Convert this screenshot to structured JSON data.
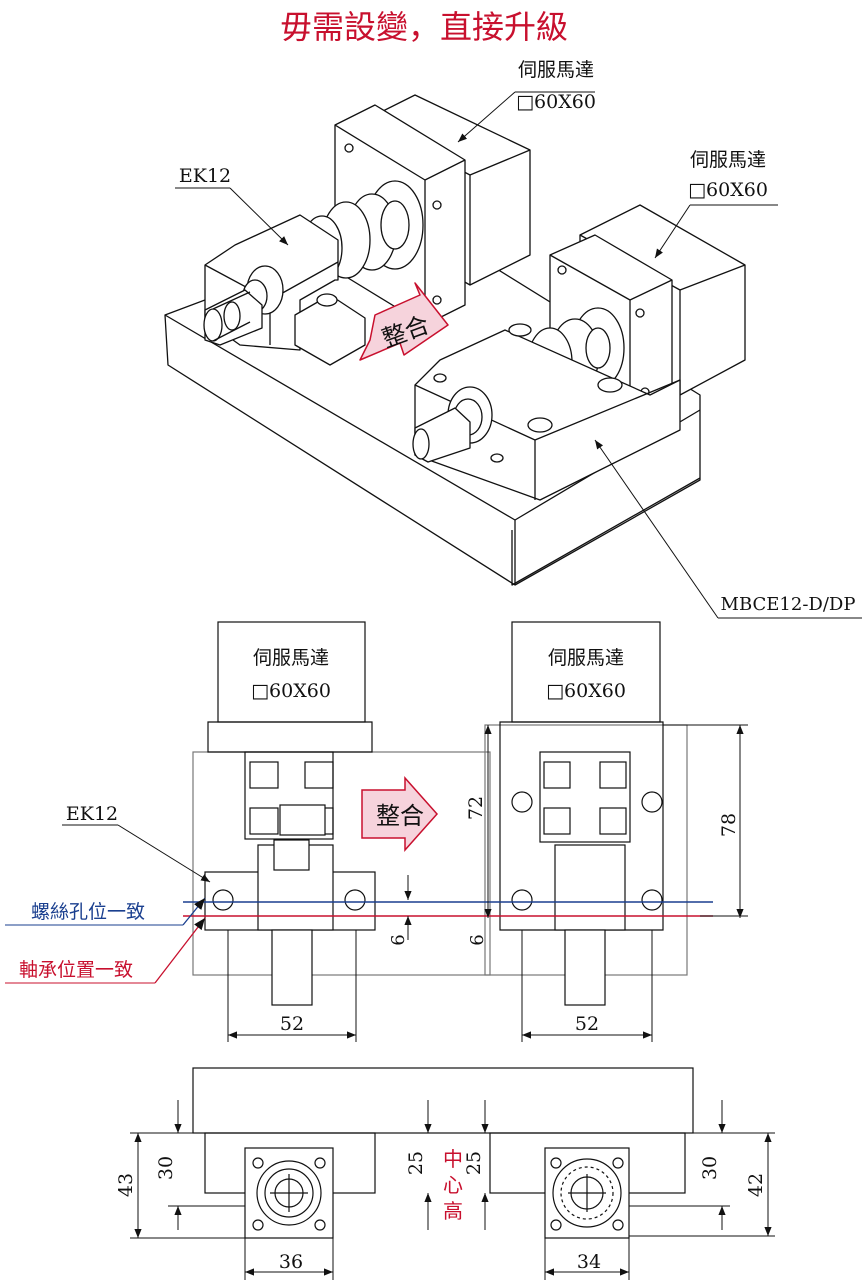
{
  "title": "毋需設變，直接升級",
  "iso_view": {
    "motor_left": {
      "name": "伺服馬達",
      "size": "□60X60"
    },
    "motor_right": {
      "name": "伺服馬達",
      "size": "□60X60"
    },
    "support_label": "EK12",
    "arrow_label": "整合",
    "integrated_label": "MBCE12-D/DP"
  },
  "front_view": {
    "motor_left": {
      "name": "伺服馬達",
      "size": "□60X60"
    },
    "motor_right": {
      "name": "伺服馬達",
      "size": "□60X60"
    },
    "support_label": "EK12",
    "arrow_label": "整合",
    "note_screw": "螺絲孔位一致",
    "note_bearing": "軸承位置一致",
    "dimensions": {
      "width_left": "52",
      "width_right": "52",
      "height_72": "72",
      "height_78": "78",
      "offset_left": "6",
      "offset_right": "6"
    }
  },
  "side_view": {
    "center_label": [
      "中",
      "心",
      "高"
    ],
    "dimensions": {
      "left_outer": "43",
      "left_inner": "30",
      "center_left": "25",
      "center_right": "25",
      "right_inner": "30",
      "right_outer": "42",
      "width_left": "36",
      "width_right": "34"
    }
  },
  "colors": {
    "title": "#c8102e",
    "arrow_fill": "#f6d3dc",
    "arrow_stroke": "#c8102e",
    "screw_line": "#1a3f8f",
    "bearing_line": "#c8102e"
  }
}
